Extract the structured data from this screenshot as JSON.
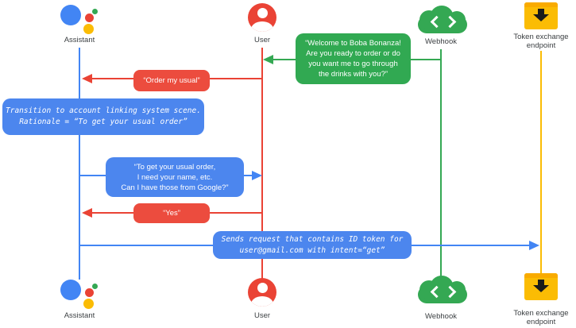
{
  "colors": {
    "blue": "#4285F4",
    "red": "#EA4335",
    "green": "#34A853",
    "yellow": "#FBBC04",
    "bubble_blue": "#4C86EE",
    "bubble_red": "#EC4C3E",
    "bubble_green": "#31A952",
    "label_gray": "#3C4043"
  },
  "actors": {
    "assistant": {
      "label": "Assistant",
      "icon": "google-assistant-icon",
      "lifeline_color": "#4285F4"
    },
    "user": {
      "label": "User",
      "icon": "user-icon",
      "lifeline_color": "#EA4335"
    },
    "webhook": {
      "label": "Webhook",
      "icon": "webhook-cloud-icon",
      "lifeline_color": "#34A853"
    },
    "token": {
      "label_line1": "Token exchange",
      "label_line2": "endpoint",
      "icon": "token-endpoint-icon",
      "lifeline_color": "#FBBC04"
    }
  },
  "messages": {
    "welcome": {
      "from": "webhook",
      "to": "user",
      "color": "green",
      "lines": [
        "“Welcome to Boba Bonanza!",
        "Are you ready to order or do",
        "you want me to go through",
        "the drinks with you?”"
      ]
    },
    "order_usual": {
      "from": "user",
      "to": "assistant",
      "color": "red",
      "text": "“Order my usual”"
    },
    "transition_note": {
      "type": "system-note",
      "color": "blue",
      "lines": [
        "Transition to account linking system scene.",
        "Rationale = “To get your usual order”"
      ]
    },
    "get_info": {
      "from": "assistant",
      "to": "user",
      "color": "blue",
      "lines": [
        "“To get your usual order,",
        "I need your name, etc.",
        "Can I have those from Google?”"
      ]
    },
    "yes": {
      "from": "user",
      "to": "assistant",
      "color": "red",
      "text": "“Yes”"
    },
    "send_request": {
      "from": "assistant",
      "to": "token",
      "color": "blue",
      "lines": [
        "Sends request that contains ID token for",
        "user@gmail.com with intent=“get”"
      ]
    }
  }
}
